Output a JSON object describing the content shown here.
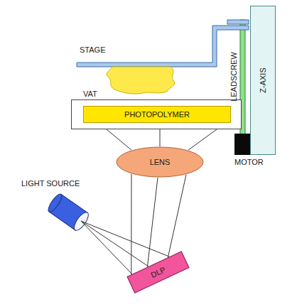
{
  "diagram": {
    "nodes": [
      {
        "text": [
          "VAT"
        ]
      },
      {
        "text": [
          "PHOTOPOLYMER"
        ],
        "in": 0
      },
      {
        "text": [
          "LENS"
        ]
      },
      {
        "text": [
          "Z-AXIS"
        ]
      },
      {
        "text": [
          "DLP"
        ]
      }
    ],
    "edges": [
      {
        "from": 4,
        "to": 2,
        "arrow": "none"
      },
      {
        "from": 4,
        "to": 2,
        "arrow": "none"
      },
      {
        "from": 4,
        "to": 2,
        "arrow": "none"
      },
      {
        "from": 2,
        "to": 0,
        "arrow": "none"
      },
      {
        "from": 2,
        "to": 0,
        "arrow": "none"
      },
      {
        "from": 2,
        "to": 0,
        "arrow": "none"
      }
    ],
    "labels": [
      "STAGE",
      "LEADSCREW",
      "MOTOR",
      "LIGHT SOURCE"
    ]
  }
}
